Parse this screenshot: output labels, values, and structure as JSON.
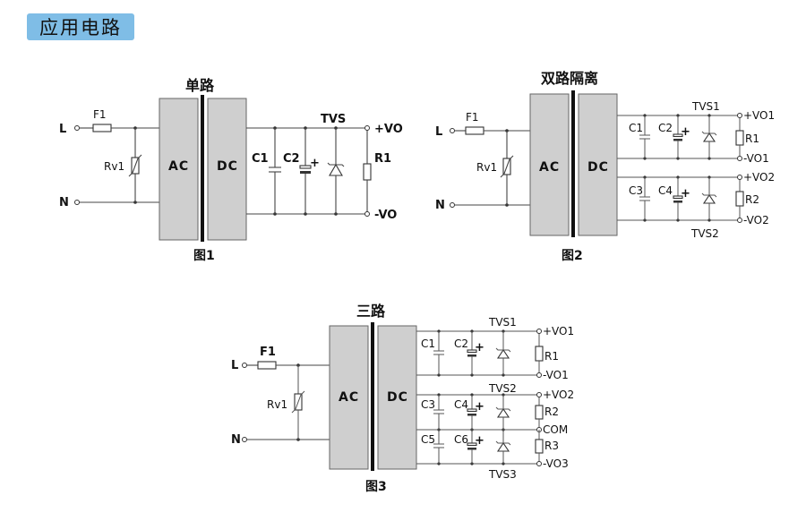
{
  "section_title": "应用电路",
  "colors": {
    "header_bg": "#7fbde6",
    "block_fill": "#cfcfcf",
    "wire": "#444444"
  },
  "fig1": {
    "title": "单路",
    "caption": "图1",
    "L": "L",
    "N": "N",
    "F1": "F1",
    "Rv1": "Rv1",
    "AC": "AC",
    "DC": "DC",
    "C1": "C1",
    "C2": "C2",
    "plus": "+",
    "TVS": "TVS",
    "R1": "R1",
    "VO_pos": "+VO",
    "VO_neg": "-VO"
  },
  "fig2": {
    "title": "双路隔离",
    "caption": "图2",
    "L": "L",
    "N": "N",
    "F1": "F1",
    "Rv1": "Rv1",
    "AC": "AC",
    "DC": "DC",
    "C1": "C1",
    "C2": "C2",
    "C3": "C3",
    "C4": "C4",
    "plus": "+",
    "TVS1": "TVS1",
    "TVS2": "TVS2",
    "R1": "R1",
    "R2": "R2",
    "VO1_pos": "+VO1",
    "VO1_neg": "-VO1",
    "VO2_pos": "+VO2",
    "VO2_neg": "-VO2"
  },
  "fig3": {
    "title": "三路",
    "caption": "图3",
    "L": "L",
    "N": "N",
    "F1": "F1",
    "Rv1": "Rv1",
    "AC": "AC",
    "DC": "DC",
    "C1": "C1",
    "C2": "C2",
    "C3": "C3",
    "C4": "C4",
    "C5": "C5",
    "C6": "C6",
    "plus": "+",
    "TVS1": "TVS1",
    "TVS2": "TVS2",
    "TVS3": "TVS3",
    "R1": "R1",
    "R2": "R2",
    "R3": "R3",
    "VO1_pos": "+VO1",
    "VO1_neg": "-VO1",
    "VO2_pos": "+VO2",
    "COM": "COM",
    "VO3_neg": "-VO3"
  }
}
